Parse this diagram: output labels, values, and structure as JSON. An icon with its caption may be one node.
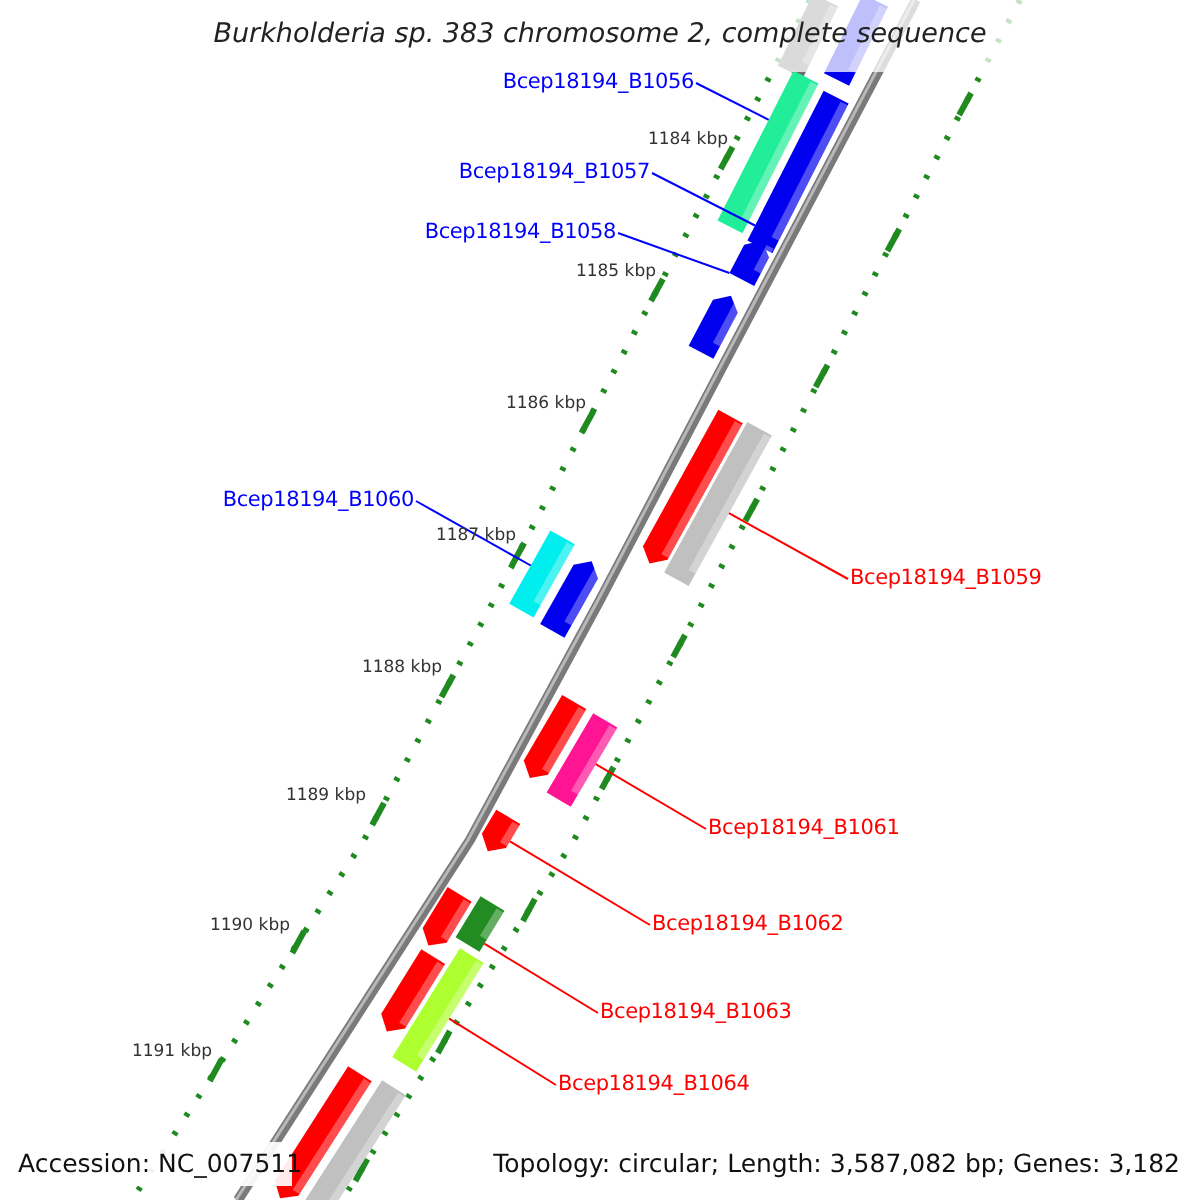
{
  "diagram": {
    "title": "Burkholderia sp. 383 chromosome 2, complete sequence",
    "nodes": [
      {
        "text": [
          "Bcep18194_B1056"
        ]
      },
      {
        "text": [
          "Bcep18194_B1057"
        ]
      },
      {
        "text": [
          "Bcep18194_B1058"
        ]
      },
      {
        "text": [
          "Bcep18194_B1060"
        ]
      },
      {
        "text": [
          "Bcep18194_B1059"
        ]
      },
      {
        "text": [
          "Bcep18194_B1061"
        ]
      },
      {
        "text": [
          "Bcep18194_B1062"
        ]
      },
      {
        "text": [
          "Bcep18194_B1063"
        ]
      },
      {
        "text": [
          "Bcep18194_B1064"
        ]
      },
      {
        "text": [],
        "shape": "bar"
      },
      {
        "text": [],
        "shape": "bar"
      },
      {
        "text": [],
        "shape": "bar"
      },
      {
        "text": [],
        "shape": "bar"
      },
      {
        "text": [],
        "shape": "arrow"
      },
      {
        "text": [],
        "shape": "arrow"
      },
      {
        "text": [],
        "shape": "bar"
      },
      {
        "text": [],
        "shape": "arrow"
      },
      {
        "text": [],
        "shape": "arrow"
      },
      {
        "text": [],
        "shape": "bar"
      },
      {
        "text": [],
        "shape": "arrow"
      },
      {
        "text": [],
        "shape": "bar"
      },
      {
        "text": [],
        "shape": "arrow"
      },
      {
        "text": [],
        "shape": "arrow"
      },
      {
        "text": [],
        "shape": "bar"
      },
      {
        "text": [],
        "shape": "arrow"
      },
      {
        "text": [],
        "shape": "bar"
      },
      {
        "text": [],
        "shape": "arrow"
      },
      {
        "text": [],
        "shape": "bar"
      }
    ],
    "edges": [
      {
        "from": 0,
        "to": 11,
        "arrow": "none",
        "color": "#0000ff"
      },
      {
        "from": 1,
        "to": 12,
        "arrow": "none",
        "color": "#0000ff"
      },
      {
        "from": 2,
        "to": 13,
        "arrow": "none",
        "color": "#0000ff"
      },
      {
        "from": 3,
        "to": 15,
        "arrow": "none",
        "color": "#0000ff"
      },
      {
        "from": 4,
        "to": 18,
        "arrow": "none"
      },
      {
        "from": 5,
        "to": 20,
        "arrow": "none"
      },
      {
        "from": 6,
        "to": 21,
        "arrow": "none"
      },
      {
        "from": 7,
        "to": 23,
        "arrow": "none"
      },
      {
        "from": 8,
        "to": 25,
        "arrow": "none"
      }
    ],
    "labels": [
      "1184 kbp",
      "1185 kbp",
      "1186 kbp",
      "1187 kbp",
      "1188 kbp",
      "1189 kbp",
      "1190 kbp",
      "1191 kbp",
      "Accession: NC_007511",
      "Topology: circular; Length: 3,587,082 bp; Genes: 3,182"
    ]
  }
}
